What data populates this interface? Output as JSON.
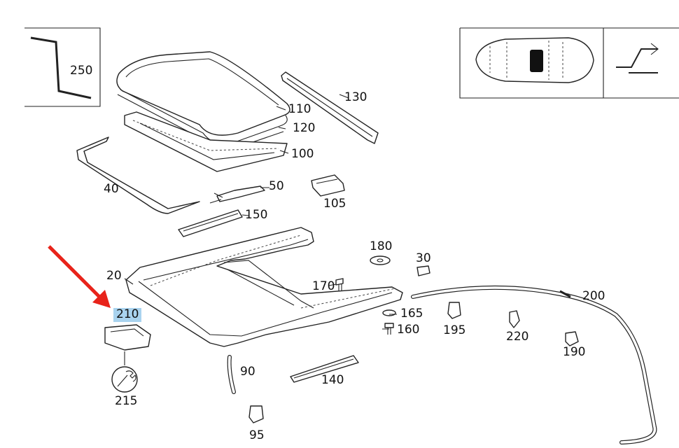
{
  "parts": [
    {
      "id": "250",
      "label": "250"
    },
    {
      "id": "110",
      "label": "110"
    },
    {
      "id": "120",
      "label": "120"
    },
    {
      "id": "100",
      "label": "100"
    },
    {
      "id": "130",
      "label": "130"
    },
    {
      "id": "40",
      "label": "40"
    },
    {
      "id": "50",
      "label": "50"
    },
    {
      "id": "105",
      "label": "105"
    },
    {
      "id": "150",
      "label": "150"
    },
    {
      "id": "180",
      "label": "180"
    },
    {
      "id": "30",
      "label": "30"
    },
    {
      "id": "20",
      "label": "20"
    },
    {
      "id": "170",
      "label": "170"
    },
    {
      "id": "200",
      "label": "200"
    },
    {
      "id": "210",
      "label": "210"
    },
    {
      "id": "165",
      "label": "165"
    },
    {
      "id": "160",
      "label": "160"
    },
    {
      "id": "195",
      "label": "195"
    },
    {
      "id": "220",
      "label": "220"
    },
    {
      "id": "190",
      "label": "190"
    },
    {
      "id": "90",
      "label": "90"
    },
    {
      "id": "140",
      "label": "140"
    },
    {
      "id": "215",
      "label": "215"
    },
    {
      "id": "95",
      "label": "95"
    }
  ],
  "highlighted_part": "210",
  "colors": {
    "highlight": "#a9d3ef",
    "arrow": "#e8231a",
    "line": "#222222"
  },
  "icons": {
    "vehicle_locator": "car-top-view-roof-icon",
    "options_symbol": "sunroof-symbol-icon",
    "service_tool": "wrench-icon",
    "pointer": "red-arrow-icon"
  }
}
